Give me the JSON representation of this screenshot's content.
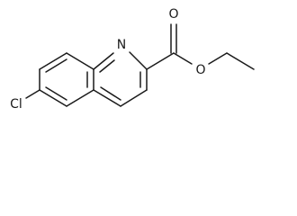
{
  "molecule": {
    "atoms": {
      "nitrogen": "N",
      "carbonyl_oxygen": "O",
      "ester_oxygen": "O",
      "chlorine": "Cl"
    }
  }
}
